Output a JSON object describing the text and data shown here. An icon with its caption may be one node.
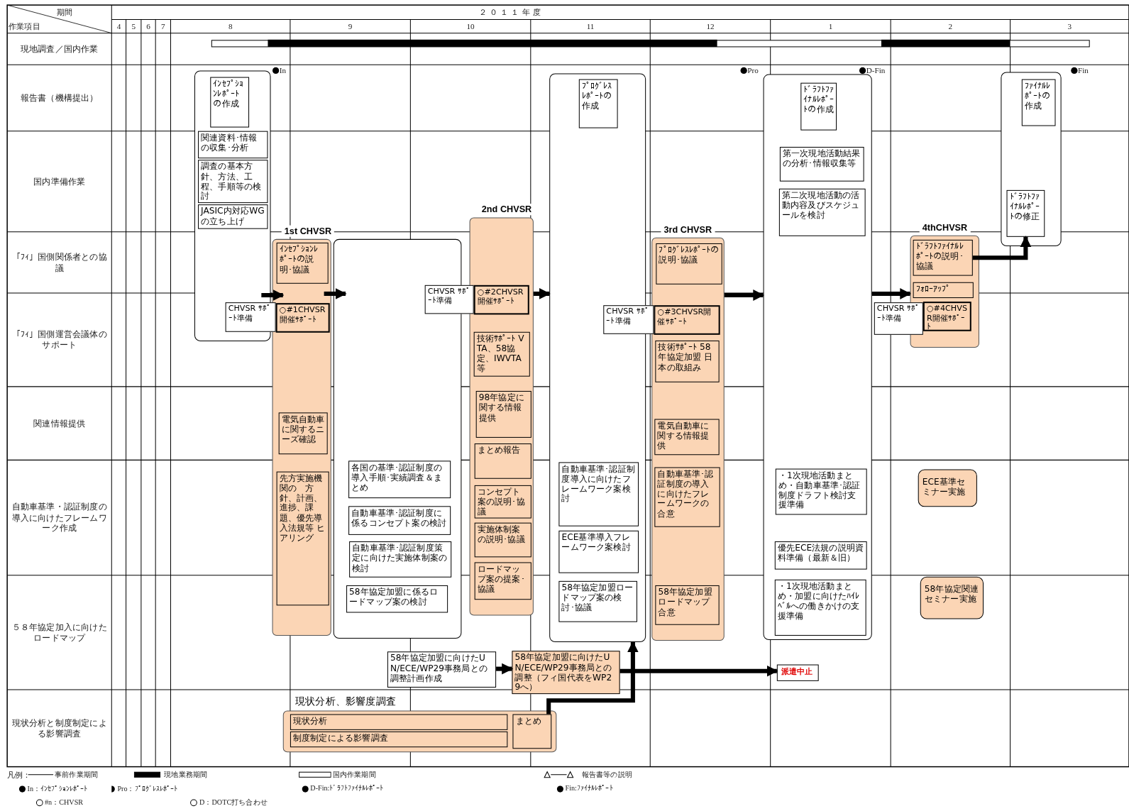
{
  "diagram": {
    "nodes": [
      {
        "text": [],
        "shape": "box"
      },
      {
        "text": [
          "ｲﾝｾﾌﾟｼｮﾝﾚﾎﾟｰﾄの作成"
        ],
        "in": 0
      },
      {
        "text": [
          "関連資料･情報の収集･分析"
        ],
        "in": 0
      },
      {
        "text": [
          "調査の基本方針、方法、工程、手順等の検討"
        ],
        "in": 0
      },
      {
        "text": [
          "JASIC内対応WGの立ち上げ"
        ],
        "in": 0
      },
      {
        "text": [
          "1st CHVSR"
        ]
      },
      {
        "text": [
          "ｲﾝｾﾌﾟｼｮﾝﾚﾎﾟｰﾄの説明･協議"
        ],
        "in": 5
      },
      {
        "text": [
          "○#1CHVSR開催ｻﾎﾟｰﾄ"
        ],
        "in": 5
      },
      {
        "text": [
          "電気自動車に関するニーズ確認"
        ],
        "in": 5
      },
      {
        "text": [
          "先方実施機関の　方針、計画、進捗、課題、優先導入法規等 ヒアリング"
        ],
        "in": 5
      },
      {
        "text": [
          "CHVSR ｻﾎﾟｰﾄ準備"
        ]
      },
      {
        "text": [],
        "shape": "box"
      },
      {
        "text": [
          "各国の基準･認証制度の導入手順･実績調査＆まとめ"
        ],
        "in": 11
      },
      {
        "text": [
          "自動車基準･認証制度に係るコンセプト案の検討"
        ],
        "in": 11
      },
      {
        "text": [
          "自動車基準･認証制度策定に向けた実施体制案の検討"
        ],
        "in": 11
      },
      {
        "text": [
          "58年協定加盟に係るロードマップ案の検討"
        ],
        "in": 11
      },
      {
        "text": [
          "2nd CHVSR"
        ]
      },
      {
        "text": [
          "○#2CHVSR開催ｻﾎﾟｰﾄ"
        ],
        "in": 16
      },
      {
        "text": [
          "技術ｻﾎﾟｰﾄ VTA、58協定、IWVTA等"
        ],
        "in": 16
      },
      {
        "text": [
          "98年協定に関する情報提供"
        ],
        "in": 16
      },
      {
        "text": [
          "まとめ報告"
        ],
        "in": 16
      },
      {
        "text": [
          "コンセプト案の説明･協議"
        ],
        "in": 16
      },
      {
        "text": [
          "実施体制案の説明･協議"
        ],
        "in": 16
      },
      {
        "text": [
          "ロードマップ案の提案･協議"
        ],
        "in": 16
      },
      {
        "text": [
          "CHVSR ｻﾎﾟｰﾄ準備"
        ]
      },
      {
        "text": [],
        "shape": "box"
      },
      {
        "text": [
          "ﾌﾟﾛｸﾞﾚｽﾚﾎﾟｰﾄの作成"
        ],
        "in": 25
      },
      {
        "text": [
          "自動車基準･認証制度導入に向けたフレームワーク案検討"
        ],
        "in": 25
      },
      {
        "text": [
          "ECE基準導入フレームワーク案検討"
        ],
        "in": 25
      },
      {
        "text": [
          "58年協定加盟ロードマップ案の検討･協議"
        ],
        "in": 25
      },
      {
        "text": [
          "3rd CHVSR"
        ]
      },
      {
        "text": [
          "ﾌﾟﾛｸﾞﾚｽﾚﾎﾟｰﾄの説明･協議"
        ],
        "in": 30
      },
      {
        "text": [
          "○#3CHVSR開催ｻﾎﾟｰﾄ"
        ],
        "in": 30
      },
      {
        "text": [
          "技術ｻﾎﾟｰﾄ 58年協定加盟 日本の取組み"
        ],
        "in": 30
      },
      {
        "text": [
          "電気自動車に関する情報提供"
        ],
        "in": 30
      },
      {
        "text": [
          "自動車基準･認証制度の導入に向けたフレームワークの合意"
        ],
        "in": 30
      },
      {
        "text": [
          "58年協定加盟ロードマップ合意"
        ],
        "in": 30
      },
      {
        "text": [
          "CHVSR ｻﾎﾟｰﾄ準備"
        ]
      },
      {
        "text": [],
        "shape": "box"
      },
      {
        "text": [
          "ﾄﾞﾗﾌﾄﾌｧｲﾅﾙﾚﾎﾟｰﾄの作成"
        ],
        "in": 38
      },
      {
        "text": [
          "第一次現地活動結果の分析･情報収集等"
        ],
        "in": 38
      },
      {
        "text": [
          "第二次現地活動の活動内容及びスケジュールを検討"
        ],
        "in": 38
      },
      {
        "text": [
          "・1次現地活動まとめ・自動車基準･認証制度ドラフト検討支援準備"
        ],
        "in": 38
      },
      {
        "text": [
          "優先ECE法規の説明資料準備（最新＆旧）"
        ],
        "in": 38
      },
      {
        "text": [
          "・1次現地活動まとめ・加盟に向けたﾊｲﾚﾍﾞﾙへの働きかけの支援準備"
        ],
        "in": 38
      },
      {
        "text": [
          "4thCHVSR"
        ]
      },
      {
        "text": [
          "ﾄﾞﾗﾌﾄﾌｧｲﾅﾙﾚﾎﾟｰﾄの説明･協議"
        ],
        "in": 45
      },
      {
        "text": [
          "ﾌｫﾛｰｱｯﾌﾟ"
        ],
        "in": 45
      },
      {
        "text": [
          "○#4CHVSR開催ｻﾎﾟｰﾄ"
        ],
        "in": 45
      },
      {
        "text": [
          "CHVSR ｻﾎﾟｰﾄ準備"
        ]
      },
      {
        "text": [],
        "shape": "box"
      },
      {
        "text": [
          "ﾌｧｲﾅﾙﾚﾎﾟｰﾄの作成"
        ],
        "in": 50
      },
      {
        "text": [
          "ﾄﾞﾗﾌﾄﾌｧｲﾅﾙﾚﾎﾟｰﾄの修正"
        ],
        "in": 50
      },
      {
        "text": [
          "ECE基準セミナー実施"
        ]
      },
      {
        "text": [
          "58年協定関連セミナー実施"
        ]
      },
      {
        "text": [
          "58年協定加盟に向けたUN/ECE/WP29事務局との調整計画作成"
        ]
      },
      {
        "text": [
          "58年協定加盟に向けたUN/ECE/WP29事務局との調整（フィ国代表をWP29へ）"
        ]
      },
      {
        "text": [
          "派遣中止"
        ]
      },
      {
        "text": [
          "現状分析、影響度調査"
        ]
      },
      {
        "text": [
          "現状分析"
        ],
        "in": 58
      },
      {
        "text": [
          "制度制定による影響調査"
        ],
        "in": 58
      },
      {
        "text": [
          "まとめ"
        ],
        "in": 58
      }
    ],
    "edges": [
      {
        "from": 0,
        "to": 5,
        "arrow": "to"
      },
      {
        "from": 5,
        "to": 11,
        "arrow": "to"
      },
      {
        "from": 16,
        "to": 25,
        "arrow": "to"
      },
      {
        "from": 30,
        "to": 38,
        "arrow": "to"
      },
      {
        "from": 38,
        "to": 45,
        "arrow": "to"
      },
      {
        "from": 46,
        "to": 52,
        "arrow": "to"
      },
      {
        "from": 55,
        "to": 56,
        "arrow": "to"
      },
      {
        "from": 56,
        "to": 57,
        "arrow": "to"
      },
      {
        "from": 61,
        "to": 25,
        "arrow": "to"
      }
    ],
    "labels": [
      "期間",
      "作業項目",
      "２０１１年度",
      "4",
      "5",
      "6",
      "7",
      "8",
      "9",
      "10",
      "11",
      "12",
      "1",
      "2",
      "3",
      "現地調査／国内作業",
      "報告書（機構提出）",
      "国内準備作業",
      "「ﾌｨ」国側関係者との協議",
      "「ﾌｨ」国側運営会議体のサポート",
      "関連情報提供",
      "自動車基準・認証制度の導入に向けたフレームワーク作成",
      "５８年協定加入に向けたロードマップ",
      "現状分析と制度制定による影響調査",
      "In",
      "Pro",
      "D-Fin",
      "Fin",
      "凡例："
    ],
    "legend": [
      {
        "text": "事前作業期間"
      },
      {
        "text": "現地業務期間",
        "color": "#000000"
      },
      {
        "text": "国内作業期間",
        "color": "#ffffff"
      },
      {
        "text": "報告書等の説明"
      },
      {
        "text": "In：ｲﾝｾﾌﾟｼｮﾝﾚﾎﾟｰﾄ"
      },
      {
        "text": "Pro：ﾌﾟﾛｸﾞﾚｽﾚﾎﾟｰﾄ"
      },
      {
        "text": "D-Fin:ﾄﾞﾗﾌﾄﾌｧｲﾅﾙﾚﾎﾟｰﾄ"
      },
      {
        "text": "Fin:ﾌｧｲﾅﾙﾚﾎﾟｰﾄ"
      },
      {
        "text": "#n：CHVSR"
      },
      {
        "text": "D：DOTC打ち合わせ"
      }
    ]
  }
}
